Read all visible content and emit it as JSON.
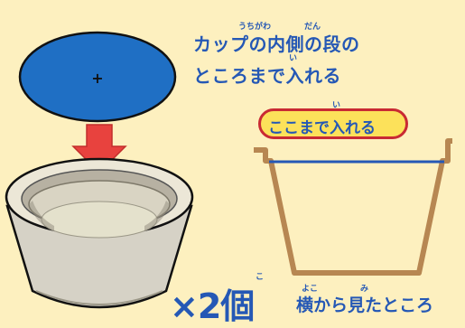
{
  "instruction": {
    "line1": "カップの内側の段の",
    "line2": "ところまで入れる",
    "ruby_uchigawa": "うちがわ",
    "ruby_dan": "だん",
    "ruby_i": "い"
  },
  "badge": {
    "text": "ここまで入れる",
    "ruby_i": "い"
  },
  "count": {
    "text": "×2個",
    "ruby_ko": "こ"
  },
  "side_view": {
    "caption": "横から見たところ",
    "ruby_yoko": "よこ",
    "ruby_mi": "み"
  },
  "lid": {
    "mark": "+"
  },
  "colors": {
    "background": "#fdf0bf",
    "text": "#2558b5",
    "lid": "#1f6fc4",
    "arrow": "#e8423e",
    "cup_outline": "#b78752",
    "badge_fill": "#fce15a",
    "badge_border": "#c92a33"
  }
}
